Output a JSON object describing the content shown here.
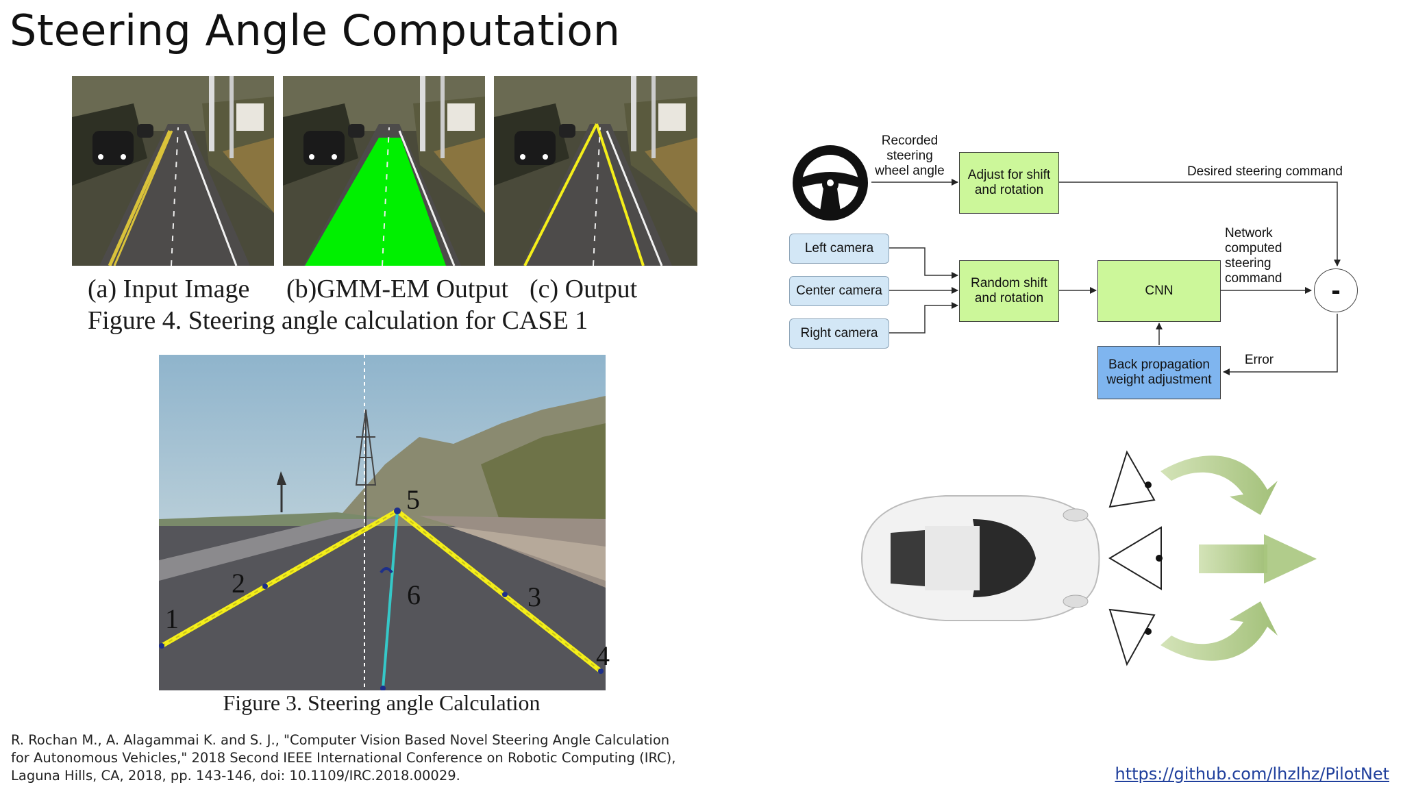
{
  "slide": {
    "title": "Steering Angle Computation"
  },
  "figure4": {
    "panel_labels": [
      "(a) Input Image",
      "(b)GMM-EM Output",
      "(c) Output"
    ],
    "caption": "Figure 4. Steering angle calculation for CASE 1"
  },
  "figure3": {
    "point_labels": [
      "1",
      "2",
      "3",
      "4",
      "5",
      "6"
    ],
    "caption": "Figure 3. Steering angle Calculation"
  },
  "citation": {
    "lines": [
      "R. Rochan M., A. Alagammai K. and S. J., \"Computer Vision Based Novel Steering Angle Calculation",
      "for Autonomous Vehicles,\" 2018 Second IEEE International Conference on Robotic Computing (IRC),",
      "Laguna Hills, CA, 2018, pp. 143-146, doi: 10.1109/IRC.2018.00029."
    ]
  },
  "diagram": {
    "recorded_label": "Recorded\nsteering\nwheel angle",
    "adjust_box": "Adjust for shift\nand rotation",
    "desired_label": "Desired steering command",
    "left_camera": "Left camera",
    "center_camera": "Center camera",
    "right_camera": "Right camera",
    "random_box": "Random shift\nand rotation",
    "cnn_box": "CNN",
    "network_label": "Network\ncomputed\nsteering\ncommand",
    "minus": "-",
    "error_label": "Error",
    "backprop_box": "Back propagation\nweight adjustment"
  },
  "colors": {
    "green_box": "#ccf79a",
    "camera_box": "#d3e7f6",
    "backprop_box": "#7fb5ef",
    "lane_line": "#f4ee1a",
    "road_mask": "#00f000",
    "center_line": "#35c8c8",
    "arrow_green": "#a9c77e",
    "link": "#1f3f9c"
  },
  "link": {
    "text": "https://github.com/lhzlhz/PilotNet"
  }
}
